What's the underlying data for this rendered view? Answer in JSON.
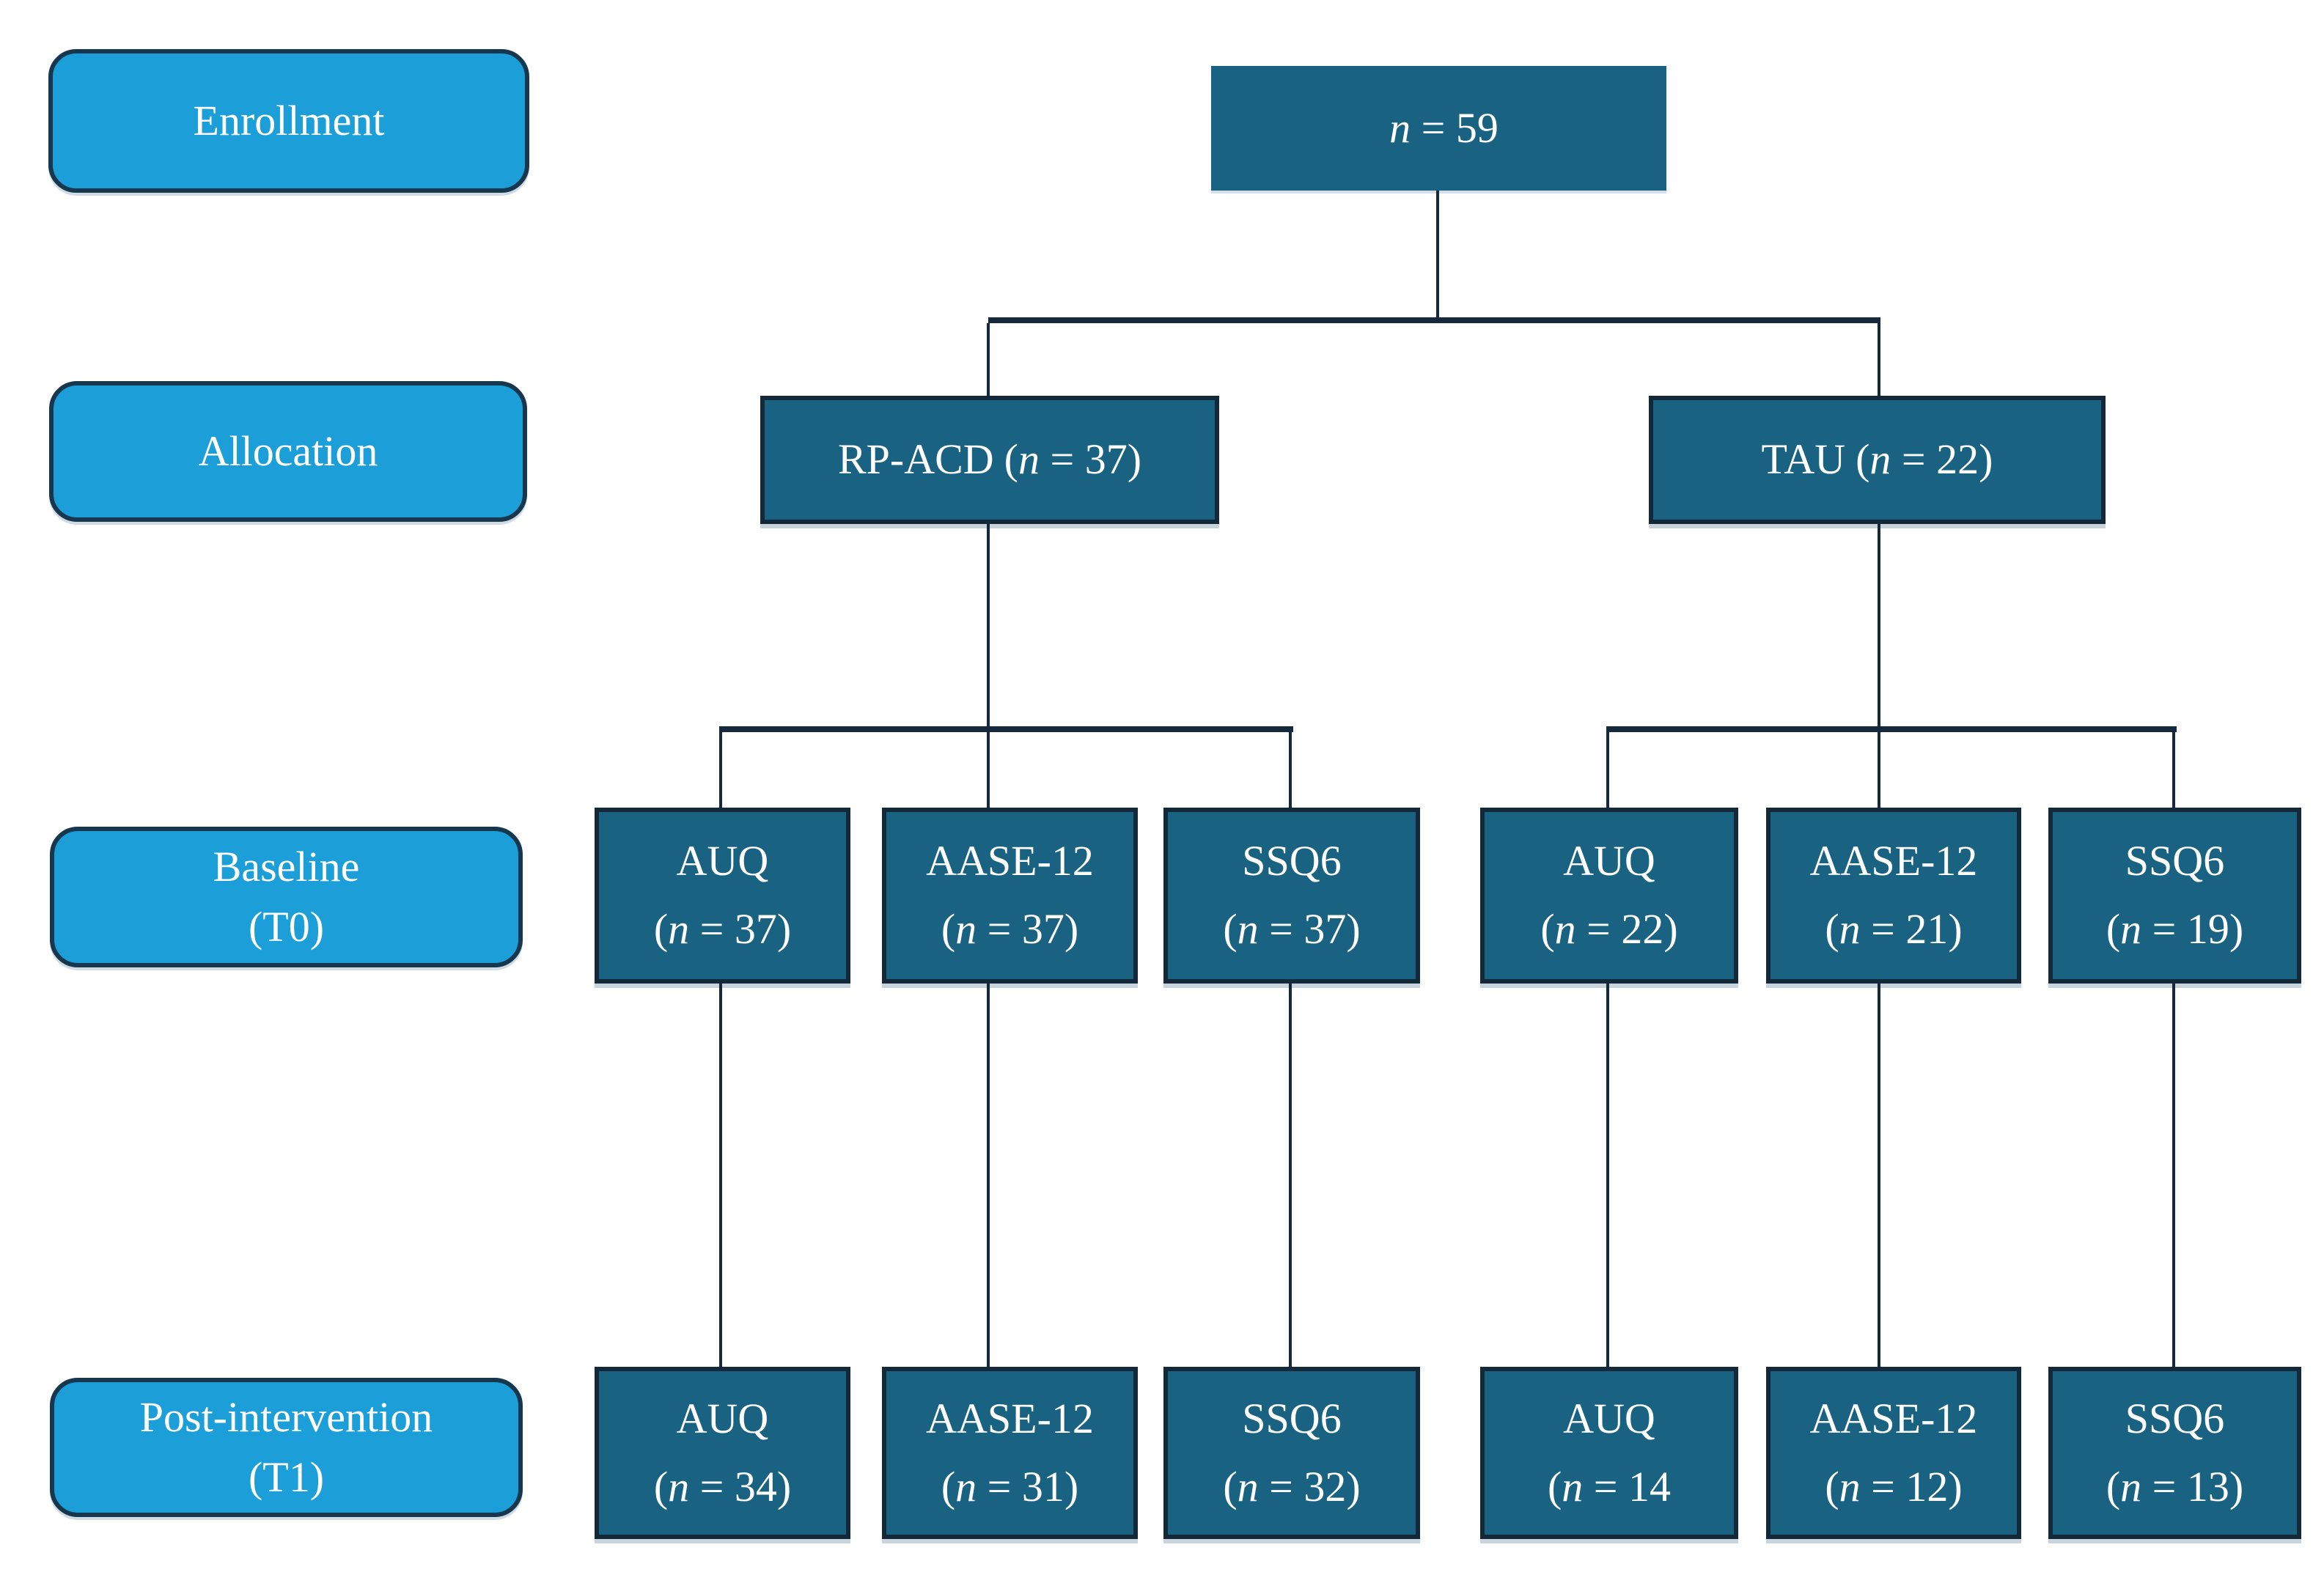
{
  "colors": {
    "node_fill": "#1A6282",
    "node_border": "#132838",
    "stage_fill": "#1C9FD8",
    "stage_border": "#16374D",
    "connector": "#14293D",
    "text": "#FFFFFF"
  },
  "stages": {
    "enrollment": {
      "line1": "Enrollment",
      "line2": ""
    },
    "allocation": {
      "line1": "Allocation",
      "line2": ""
    },
    "baseline": {
      "line1": "Baseline",
      "line2": "(T0)"
    },
    "post": {
      "line1": "Post-intervention",
      "line2": "(T1)"
    }
  },
  "nodes": {
    "n59": {
      "title": "",
      "sub_open": "",
      "n": "n",
      "rest": " = 59"
    },
    "rpacd": {
      "title": "RP-ACD",
      "sub_open": "(",
      "n": "n",
      "rest": " = 37)"
    },
    "tau": {
      "title": "TAU",
      "sub_open": "(",
      "n": "n",
      "rest": " = 22)"
    },
    "baseline_rpacd_auq": {
      "title": "AUQ",
      "sub_open": "(",
      "n": "n",
      "rest": " = 37)"
    },
    "baseline_rpacd_aase12": {
      "title": "AASE-12",
      "sub_open": "(",
      "n": "n",
      "rest": " = 37)"
    },
    "baseline_rpacd_ssq6": {
      "title": "SSQ6",
      "sub_open": "(",
      "n": "n",
      "rest": " = 37)"
    },
    "baseline_tau_auq": {
      "title": "AUQ",
      "sub_open": "(",
      "n": "n",
      "rest": " = 22)"
    },
    "baseline_tau_aase12": {
      "title": "AASE-12",
      "sub_open": "(",
      "n": "n",
      "rest": " = 21)"
    },
    "baseline_tau_ssq6": {
      "title": "SSQ6",
      "sub_open": "(",
      "n": "n",
      "rest": " = 19)"
    },
    "post_rpacd_auq": {
      "title": "AUQ",
      "sub_open": "(",
      "n": "n",
      "rest": " = 34)"
    },
    "post_rpacd_aase12": {
      "title": "AASE-12",
      "sub_open": "(",
      "n": "n",
      "rest": " = 31)"
    },
    "post_rpacd_ssq6": {
      "title": "SSQ6",
      "sub_open": "(",
      "n": "n",
      "rest": " = 32)"
    },
    "post_tau_auq": {
      "title": "AUQ",
      "sub_open": "(",
      "n": "n",
      "rest": " = 14"
    },
    "post_tau_aase12": {
      "title": "AASE-12",
      "sub_open": "(",
      "n": "n",
      "rest": " = 12)"
    },
    "post_tau_ssq6": {
      "title": "SSQ6",
      "sub_open": "(",
      "n": "n",
      "rest": " = 13)"
    }
  }
}
